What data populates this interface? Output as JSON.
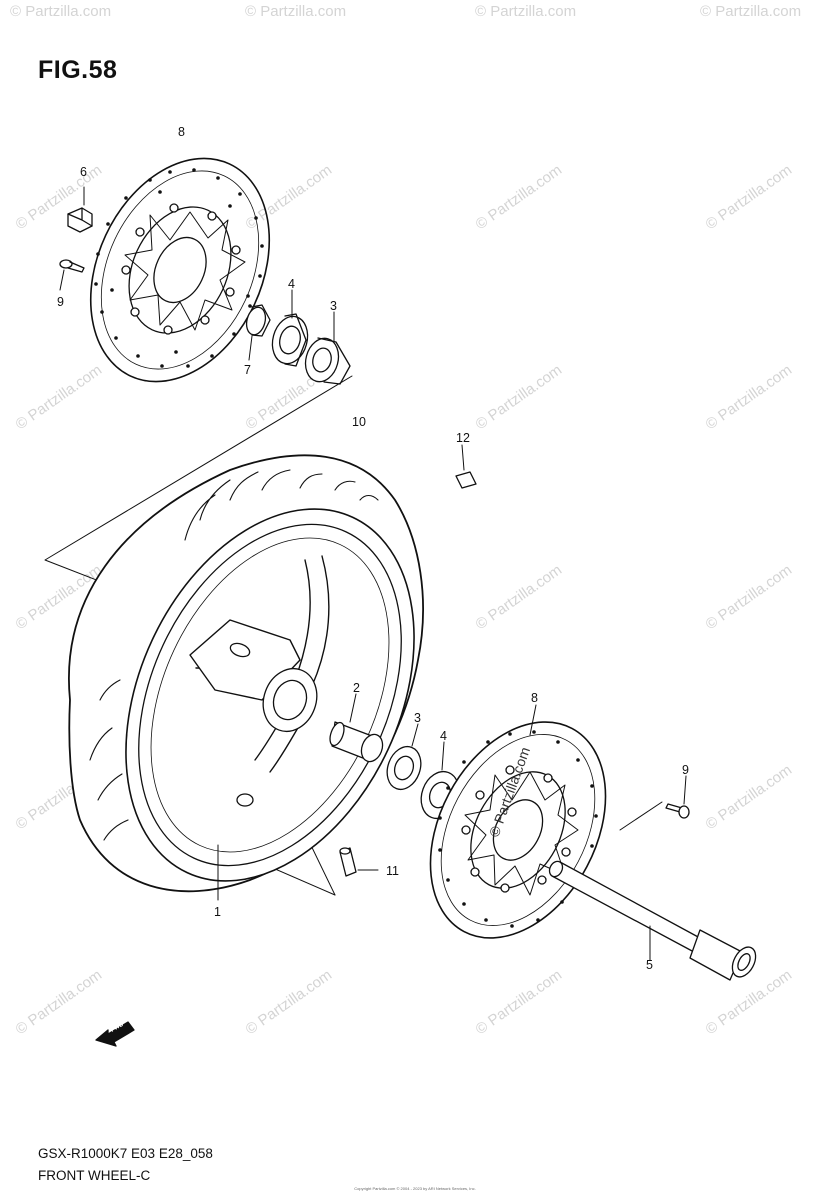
{
  "figure": {
    "title": "FIG.58"
  },
  "watermark": {
    "text": "© Partzilla.com"
  },
  "callouts": {
    "c1": "1",
    "c2": "2",
    "c3a": "3",
    "c3b": "3",
    "c4a": "4",
    "c4b": "4",
    "c5": "5",
    "c6": "6",
    "c7": "7",
    "c8a": "8",
    "c8b": "8",
    "c9a": "9",
    "c9b": "9",
    "c10": "10",
    "c11": "11",
    "c12": "12"
  },
  "direction_label": "FWD",
  "footer": {
    "model_code": "GSX-R1000K7 E03 E28_058",
    "section_name": "FRONT WHEEL-C",
    "copyright": "Copyright Partzilla.com © 2004 - 2023 by ARI Network Services, Inc."
  }
}
